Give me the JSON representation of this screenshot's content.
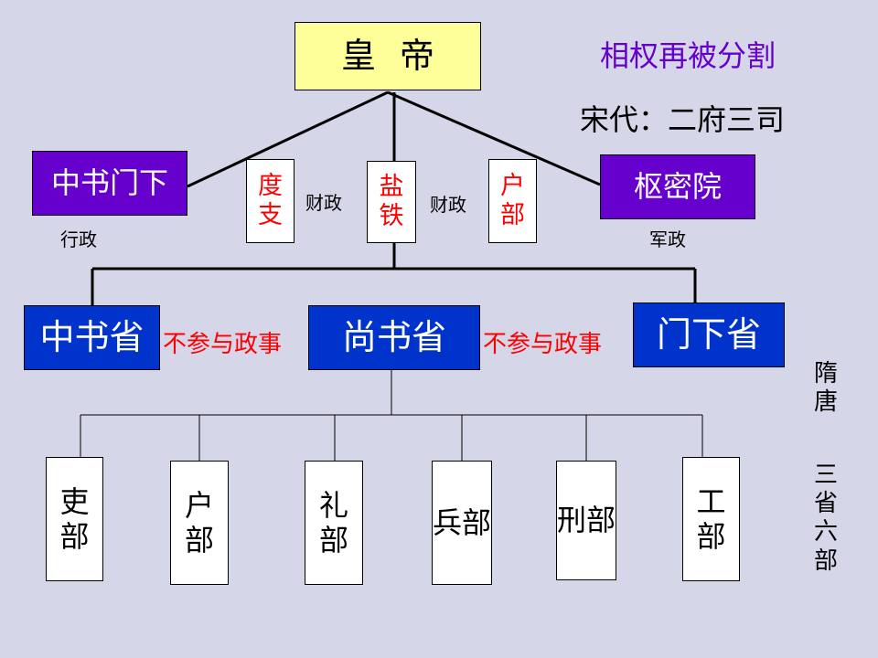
{
  "emperor": "皇帝",
  "header_title": "相权再被分割",
  "header_subtitle": "宋代：二府三司",
  "song": {
    "zhongshu_menxia": "中书门下",
    "xingzheng": "行政",
    "duzhi": "度支",
    "caizheng_1": "财政",
    "yantie": "盐铁",
    "caizheng_2": "财政",
    "hubu_san": "户部",
    "shumiyuan": "枢密院",
    "junzheng": "军政"
  },
  "sui_tang": {
    "zhongshusheng": "中书省",
    "shangshusheng": "尚书省",
    "menxiasheng": "门下省",
    "no_participate_1": "不参与政事",
    "no_participate_2": "不参与政事",
    "side_label_1": "隋唐",
    "side_label_2": "三省六部"
  },
  "ministries": [
    "吏部",
    "户部",
    "礼部",
    "兵部",
    "刑部",
    "工部"
  ],
  "colors": {
    "background": "#d6d6e9",
    "emperor_box": "#ffff99",
    "song_office": "#6600cc",
    "sui_tang_office": "#0033cc",
    "highlight_text": "#ff0000"
  }
}
